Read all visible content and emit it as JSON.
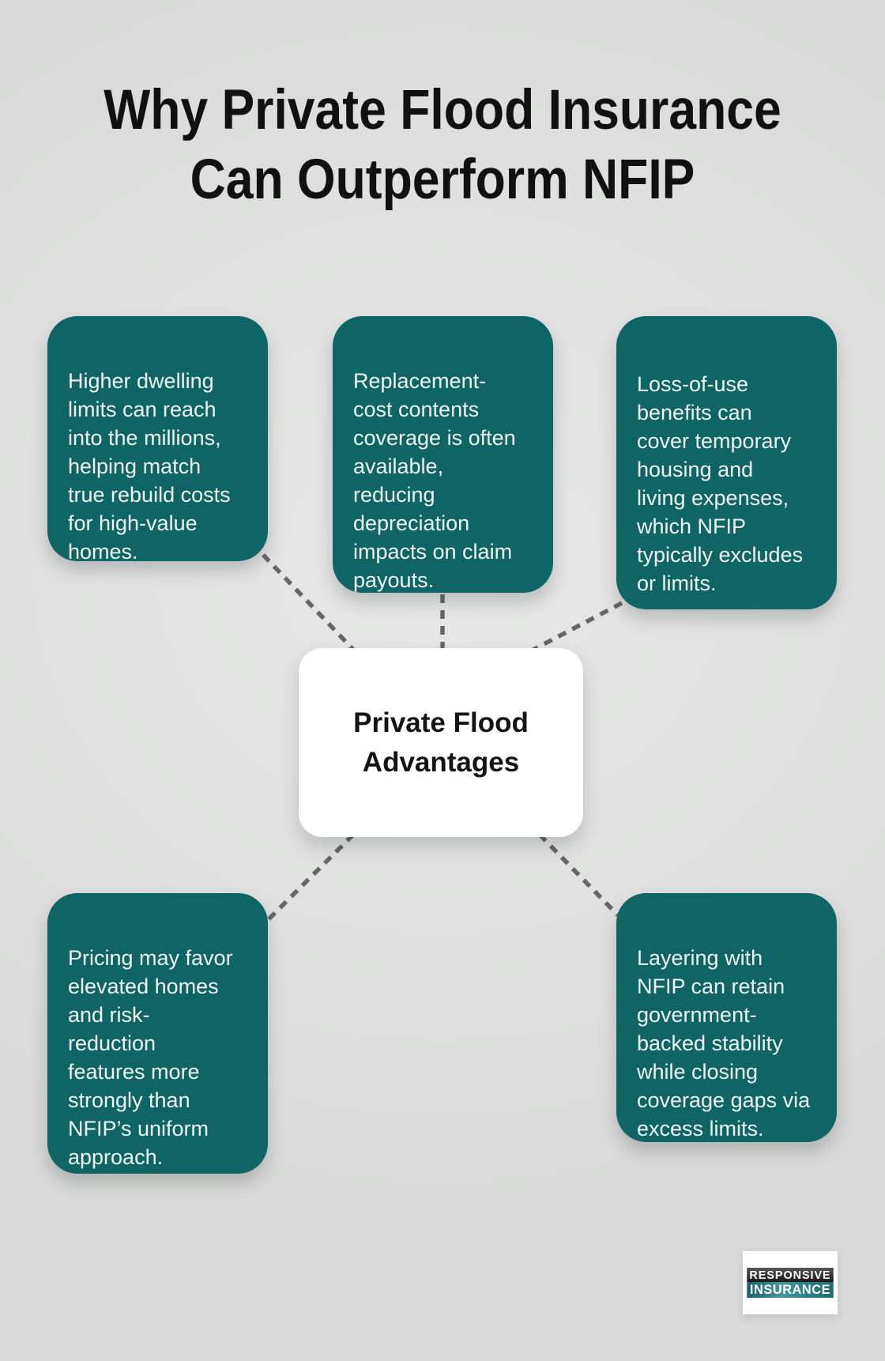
{
  "title": "Why Private Flood Insurance\nCan Outperform NFIP",
  "center": {
    "label": "Private Flood\nAdvantages"
  },
  "cards": {
    "higher_limits": {
      "text": "Higher dwelling\nlimits can reach\ninto the millions,\nhelping match\ntrue rebuild costs\nfor high-value\nhomes."
    },
    "replacement_cost": {
      "text": "Replacement-\ncost contents\ncoverage is often\navailable,\nreducing\ndepreciation\nimpacts on claim\npayouts."
    },
    "loss_of_use": {
      "text": "Loss-of-use\nbenefits can\ncover temporary\nhousing and\nliving expenses,\nwhich NFIP\ntypically excludes\nor limits."
    },
    "pricing": {
      "text": "Pricing may favor\nelevated homes\nand risk-\nreduction\nfeatures more\nstrongly than\nNFIP’s uniform\napproach."
    },
    "layering": {
      "text": "Layering with\nNFIP can retain\ngovernment-\nbacked stability\nwhile closing\ncoverage gaps via\nexcess limits."
    }
  },
  "logo": {
    "line1": "RESPONSIVE",
    "line2": "INSURANCE"
  },
  "colors": {
    "background": "#e0e1e0",
    "card_teal": "#0f6466",
    "card_text": "#eef5f4",
    "title_text": "#111111",
    "connector": "#666666",
    "logo_dark": "#2a2a2a",
    "logo_teal": "#2b7f88"
  }
}
